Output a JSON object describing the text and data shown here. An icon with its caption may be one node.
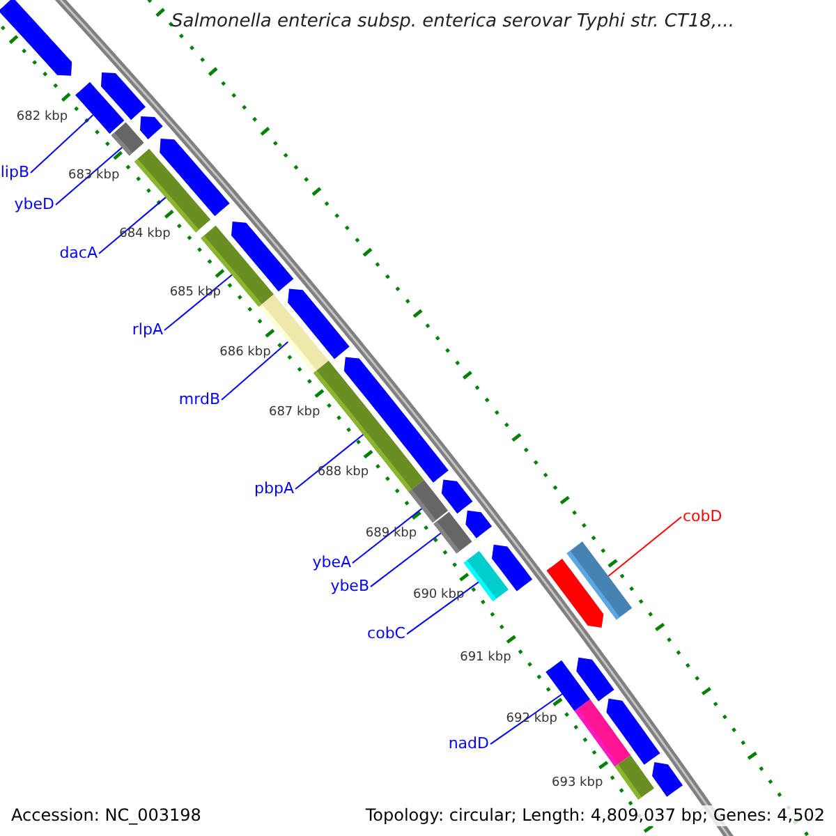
{
  "diagram": {
    "title": "Salmonella enterica subsp. enterica serovar Typhi str. CT18,...",
    "nodes": [
      {
        "text": [
          "lipB"
        ]
      },
      {
        "text": [
          "ybeD"
        ]
      },
      {
        "text": [
          "dacA"
        ]
      },
      {
        "text": [
          "rlpA"
        ]
      },
      {
        "text": [
          "mrdB"
        ]
      },
      {
        "text": [
          "pbpA"
        ]
      },
      {
        "text": [
          "cobD"
        ]
      },
      {
        "text": [
          "ybeA"
        ]
      },
      {
        "text": [
          "ybeB"
        ]
      },
      {
        "text": [
          "cobC"
        ]
      },
      {
        "text": [
          "nadD"
        ]
      },
      {
        "text": [],
        "shape": "arrow"
      },
      {
        "text": [],
        "shape": "arrow"
      },
      {
        "text": [],
        "shape": "bar"
      },
      {
        "text": [],
        "shape": "arrow"
      },
      {
        "text": [],
        "shape": "bar"
      },
      {
        "text": [],
        "shape": "arrow"
      },
      {
        "text": [],
        "shape": "bar"
      },
      {
        "text": [],
        "shape": "arrow"
      },
      {
        "text": [],
        "shape": "bar"
      },
      {
        "text": [],
        "shape": "arrow"
      },
      {
        "text": [],
        "shape": "bar"
      },
      {
        "text": [],
        "shape": "arrow"
      },
      {
        "text": [],
        "shape": "bar"
      },
      {
        "text": [],
        "shape": "bar"
      },
      {
        "text": [],
        "shape": "arrow"
      },
      {
        "text": [],
        "shape": "arrow"
      },
      {
        "text": [],
        "shape": "bar"
      },
      {
        "text": [],
        "shape": "arrow"
      },
      {
        "text": [],
        "shape": "bar"
      },
      {
        "text": [],
        "shape": "bar"
      },
      {
        "text": [],
        "shape": "arrow"
      },
      {
        "text": [],
        "shape": "arrow"
      },
      {
        "text": [],
        "shape": "bar"
      },
      {
        "text": [],
        "shape": "bar"
      },
      {
        "text": [],
        "shape": "arrow"
      },
      {
        "text": [],
        "shape": "bar"
      },
      {
        "text": [],
        "shape": "arrow"
      }
    ],
    "edges": [
      {
        "from": 0,
        "to": 13,
        "arrow": "none"
      },
      {
        "from": 1,
        "to": 15,
        "arrow": "none"
      },
      {
        "from": 2,
        "to": 17,
        "arrow": "none"
      },
      {
        "from": 3,
        "to": 19,
        "arrow": "none"
      },
      {
        "from": 4,
        "to": 21,
        "arrow": "none"
      },
      {
        "from": 5,
        "to": 23,
        "arrow": "none"
      },
      {
        "from": 6,
        "to": 30,
        "arrow": "none",
        "color": "#ff0000"
      },
      {
        "from": 7,
        "to": 24,
        "arrow": "none"
      },
      {
        "from": 8,
        "to": 27,
        "arrow": "none"
      },
      {
        "from": 9,
        "to": 29,
        "arrow": "none"
      },
      {
        "from": 10,
        "to": 33,
        "arrow": "none"
      }
    ],
    "labels": [
      "682 kbp",
      "683 kbp",
      "684 kbp",
      "685 kbp",
      "686 kbp",
      "687 kbp",
      "688 kbp",
      "689 kbp",
      "690 kbp",
      "691 kbp",
      "692 kbp",
      "693 kbp",
      "Accession: NC_003198",
      "Topology: circular; Length: 4,809,037 bp; Genes: 4,502"
    ]
  }
}
